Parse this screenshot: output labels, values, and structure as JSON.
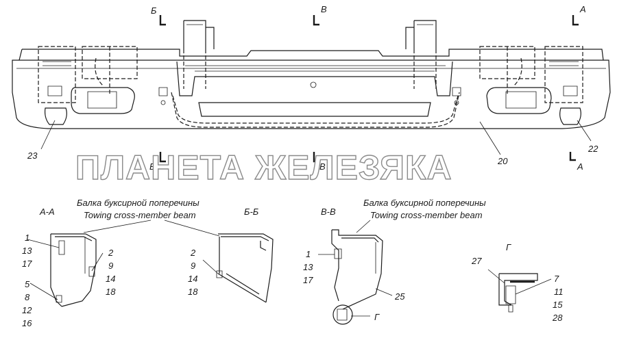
{
  "watermark": "ПЛАНЕТА ЖЕЛЕЗЯКА",
  "section_marks": {
    "b_top": "Б",
    "v_top": "В",
    "a_top": "А",
    "b_bottom": "Б",
    "v_bottom": "В",
    "a_bottom": "А"
  },
  "main_callouts": {
    "p23": "23",
    "p22": "22",
    "p20": "20"
  },
  "section_titles": {
    "aa": "А-А",
    "bb": "Б-Б",
    "vv": "В-В",
    "g": "Г"
  },
  "beam_caption_1": {
    "ru": "Балка буксирной поперечины",
    "en": "Towing cross-member beam"
  },
  "beam_caption_2": {
    "ru": "Балка буксирной поперечины",
    "en": "Towing cross-member beam"
  },
  "callouts_aa": {
    "top": [
      "1",
      "13",
      "17"
    ],
    "mid": [
      "2",
      "9",
      "14",
      "18"
    ],
    "bottom": [
      "5",
      "8",
      "12",
      "16"
    ]
  },
  "callouts_bb": {
    "mid": [
      "2",
      "9",
      "14",
      "18"
    ]
  },
  "callouts_vv": {
    "top": [
      "1",
      "13",
      "17"
    ],
    "p25": "25",
    "g_ref": "Г"
  },
  "callouts_g": {
    "p27": "27",
    "right": [
      "7",
      "11",
      "15",
      "28"
    ]
  }
}
